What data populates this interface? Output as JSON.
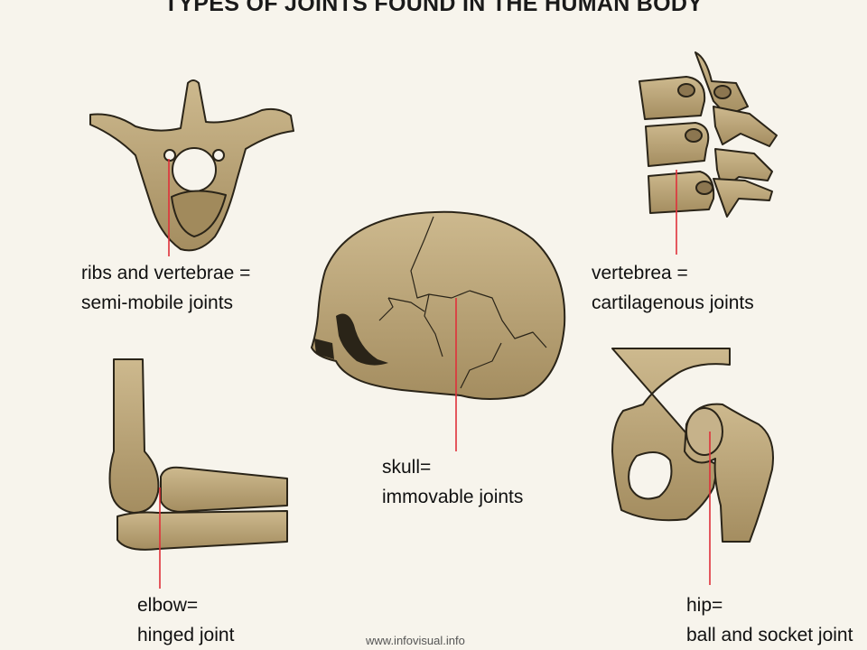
{
  "title": "TYPES OF JOINTS FOUND IN THE HUMAN BODY",
  "labels": {
    "ribs_vertebrae": {
      "line1": "ribs and vertebrae =",
      "line2": "semi-mobile joints"
    },
    "vertebrea": {
      "line1": "vertebrea =",
      "line2": "cartilagenous joints"
    },
    "skull": {
      "line1": "skull=",
      "line2": "immovable joints"
    },
    "elbow": {
      "line1": "elbow=",
      "line2": "hinged joint"
    },
    "hip": {
      "line1": "hip=",
      "line2": "ball and socket joint"
    }
  },
  "credit": "www.infovisual.info",
  "colors": {
    "bone": "#b9a47a",
    "bone_dark": "#8c7650",
    "outline": "#2a2418",
    "pointer": "#e0303a",
    "background": "#f7f4ec"
  }
}
